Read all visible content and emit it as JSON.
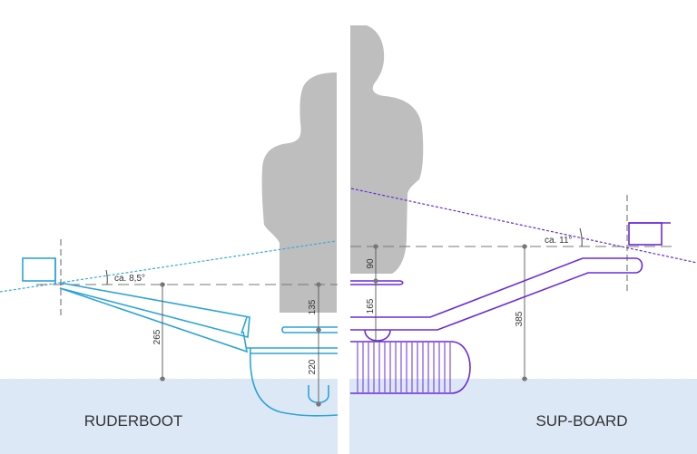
{
  "labels": {
    "left_title": "RUDERBOOT",
    "right_title": "SUP-BOARD"
  },
  "angles": {
    "left": "ca. 8,5°",
    "right": "ca. 11°"
  },
  "dimensions": {
    "left_eye_height": "265",
    "left_seat_to_eye": "135",
    "left_seat_height": "220",
    "right_eye_offset": "90",
    "right_seat_to_eye": "165",
    "right_eye_height": "385"
  },
  "colors": {
    "water": "#dde8f7",
    "rowboat": "#2ea4d6",
    "board": "#6a2bd8",
    "sightline_left": "#3ca9dc",
    "sightline_right": "#6a2bd8",
    "silhouette": "#bebebe",
    "divider": "#ffffff",
    "dimension_line": "#555555",
    "text": "#333333"
  },
  "icons": {
    "left_marker": "square-target-icon",
    "right_marker": "square-target-icon"
  }
}
